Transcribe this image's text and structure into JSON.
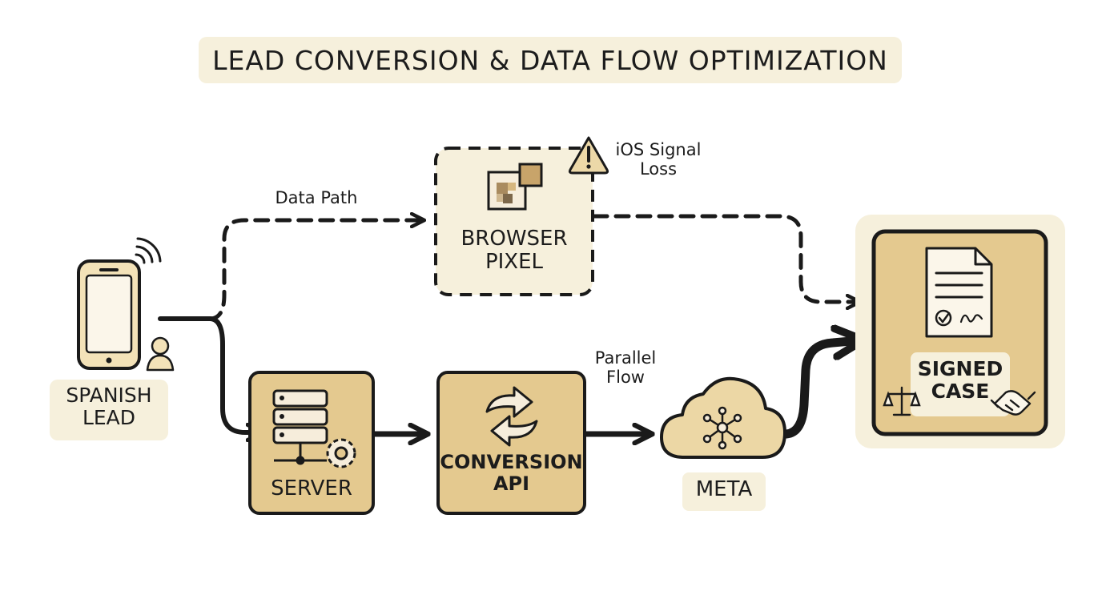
{
  "title": "LEAD CONVERSION & DATA FLOW OPTIMIZATION",
  "nodes": {
    "lead": {
      "line1": "SPANISH",
      "line2": "LEAD"
    },
    "pixel": {
      "line1": "BROWSER",
      "line2": "PIXEL"
    },
    "server": {
      "label": "SERVER"
    },
    "capi": {
      "line1": "CONVERSION",
      "line2": "API"
    },
    "meta": {
      "label": "META"
    },
    "signed": {
      "line1": "SIGNED",
      "line2": "CASE"
    }
  },
  "annotations": {
    "data_path": "Data Path",
    "ios_line1": "iOS Signal",
    "ios_line2": "Loss",
    "parallel_line1": "Parallel",
    "parallel_line2": "Flow"
  },
  "colors": {
    "tan": "#e4c98f",
    "cream": "#f6f0dc",
    "ink": "#1a1a1a",
    "accent": "#c49a52"
  },
  "icons": [
    "smartphone-icon",
    "signal-icon",
    "person-icon",
    "browser-pixel-icon",
    "warning-icon",
    "server-rack-icon",
    "gear-icon",
    "sync-arrows-icon",
    "cloud-network-icon",
    "document-icon",
    "scales-icon",
    "handshake-icon"
  ]
}
